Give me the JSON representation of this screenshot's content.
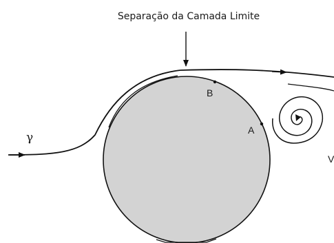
{
  "figure": {
    "title": "Separação da Camada Limite",
    "flow_label": "γ",
    "point_a_label": "A",
    "point_b_label": "B",
    "vortex_label": "V"
  },
  "colors": {
    "cylinder_fill": "#d3d3d3",
    "stroke": "#111111",
    "text": "#1a1a1a"
  }
}
